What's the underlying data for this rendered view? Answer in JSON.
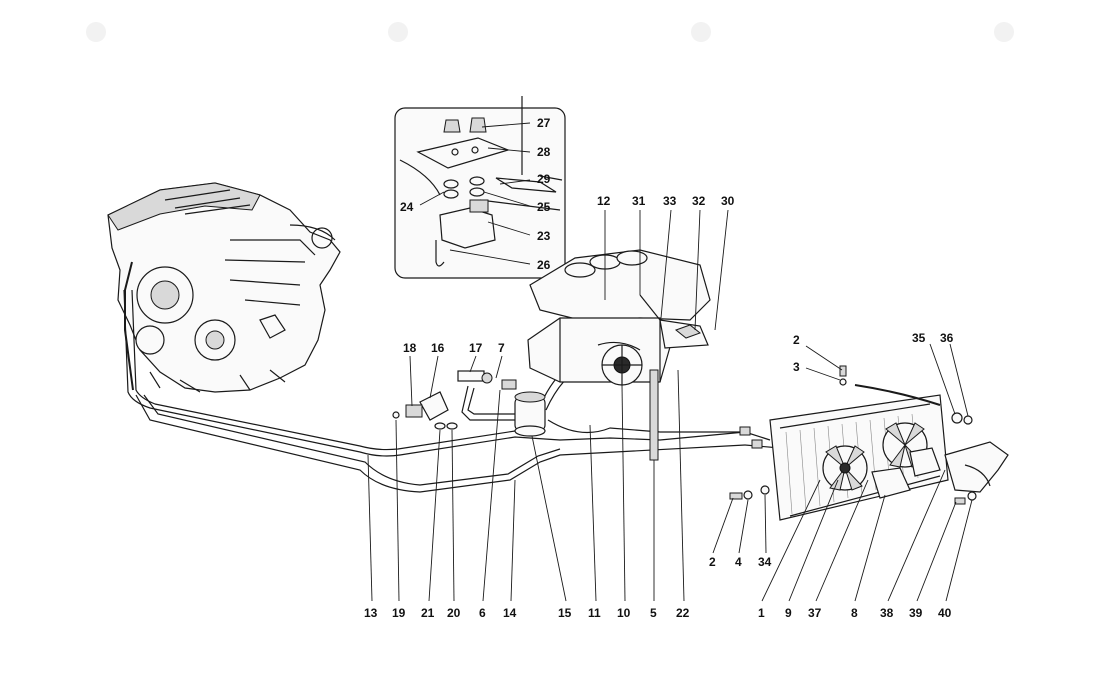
{
  "diagram": {
    "callouts": [
      "27",
      "28",
      "29",
      "24",
      "25",
      "23",
      "26",
      "12",
      "31",
      "33",
      "32",
      "30",
      "2",
      "3",
      "35",
      "36",
      "18",
      "16",
      "17",
      "7",
      "13",
      "19",
      "21",
      "20",
      "6",
      "14",
      "15",
      "11",
      "10",
      "5",
      "22",
      "2",
      "4",
      "34",
      "1",
      "9",
      "37",
      "8",
      "38",
      "39",
      "40"
    ]
  },
  "colors": {
    "ink": "#1a1a1a",
    "paper": "#ffffff"
  },
  "icons": [
    "engine-illustration",
    "heater-valve-illustration",
    "fan-blower-illustration",
    "radiator-illustration",
    "water-pipe-illustration",
    "dryer-filter-illustration"
  ]
}
